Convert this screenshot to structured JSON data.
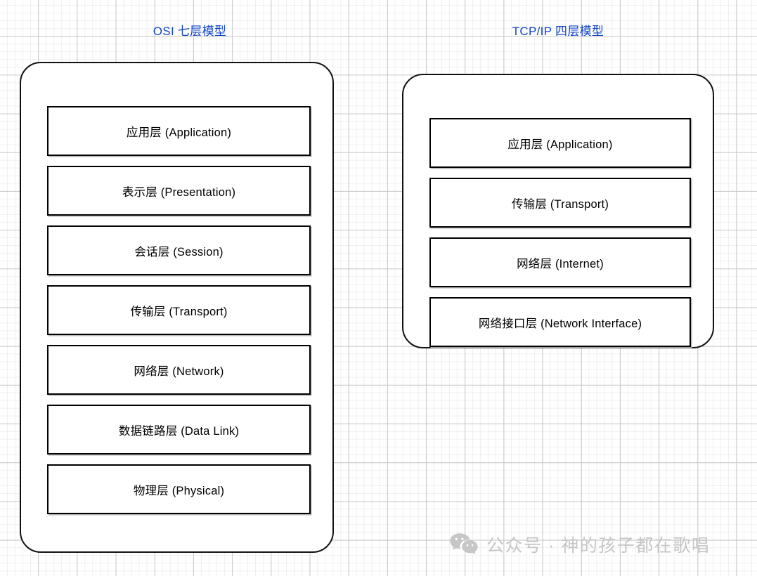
{
  "diagram": {
    "background": {
      "grid_minor_color": "#efefef",
      "grid_major_color": "#c9c9c9",
      "page_color": "#ffffff"
    },
    "title_color": "#1246c8",
    "box_border_color": "#000000",
    "models": [
      {
        "id": "osi",
        "title": "OSI 七层模型",
        "layers": [
          {
            "label": "应用层 (Application)"
          },
          {
            "label": "表示层 (Presentation)"
          },
          {
            "label": "会话层 (Session)"
          },
          {
            "label": "传输层 (Transport)"
          },
          {
            "label": "网络层 (Network)"
          },
          {
            "label": "数据链路层 (Data Link)"
          },
          {
            "label": "物理层 (Physical)"
          }
        ]
      },
      {
        "id": "tcpip",
        "title": "TCP/IP 四层模型",
        "layers": [
          {
            "label": "应用层 (Application)"
          },
          {
            "label": "传输层 (Transport)"
          },
          {
            "label": "网络层 (Internet)"
          },
          {
            "label": "网络接口层 (Network Interface)"
          }
        ]
      }
    ]
  },
  "watermark": {
    "logo": "wechat-icon",
    "text": "公众号 · 神的孩子都在歌唱",
    "color": "#c6c6c6"
  }
}
